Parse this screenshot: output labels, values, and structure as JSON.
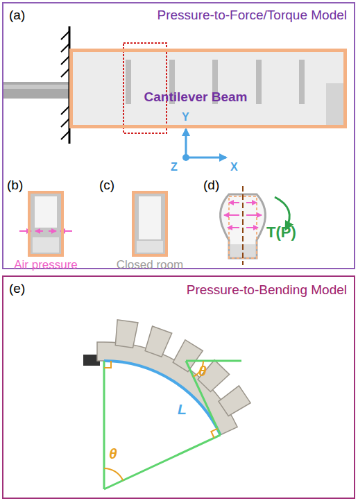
{
  "diagram": {
    "nodes": [
      {
        "text": [
          "(a)",
          "Pressure-to-Force/Torque Model"
        ]
      },
      {
        "text": [
          "Cantilever Beam"
        ],
        "in": 0
      },
      {
        "text": [
          "Air pressure"
        ],
        "in": 0
      },
      {
        "text": [
          "Closed room"
        ],
        "in": 0
      },
      {
        "text": [
          "(e)",
          "Pressure-to-Bending Model"
        ]
      }
    ],
    "labels": [
      "(b)",
      "(c)",
      "(d)",
      "T(P)",
      "Y",
      "X",
      "Z",
      "L",
      "θ",
      "θ"
    ]
  }
}
